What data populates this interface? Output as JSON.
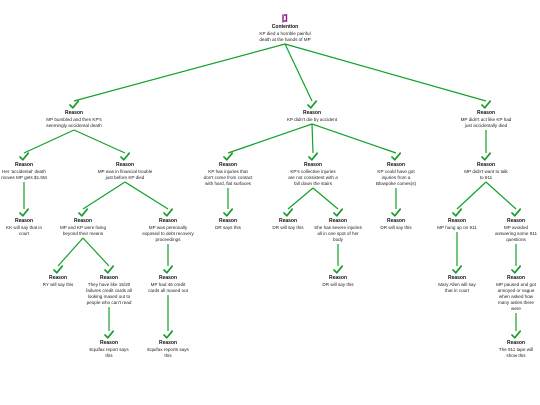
{
  "colors": {
    "edge": "#12a12a",
    "check": "#1a9c2a",
    "contention_icon": "#8b1a8f",
    "text": "#222222"
  },
  "nodes": [
    {
      "id": "root",
      "type": "contention",
      "icon": "contention-icon",
      "title": "Contention",
      "text": "KP died a horrible painful death at the hands of MP"
    },
    {
      "id": "r1",
      "type": "reason",
      "icon": "check-icon",
      "title": "Reason",
      "text": "MP bumbled and then KP's seemingly accidental death"
    },
    {
      "id": "r2",
      "type": "reason",
      "icon": "check-icon",
      "title": "Reason",
      "text": "KP didn't die by accident"
    },
    {
      "id": "r3",
      "type": "reason",
      "icon": "check-icon",
      "title": "Reason",
      "text": "MP didn't act like KP had just accidentally died"
    },
    {
      "id": "r1a",
      "type": "reason",
      "icon": "check-icon",
      "title": "Reason",
      "text": "Her 'accidental' death moves MP gets $1.5M"
    },
    {
      "id": "r1b",
      "type": "reason",
      "icon": "check-icon",
      "title": "Reason",
      "text": "MP was in financial trouble just before KP died"
    },
    {
      "id": "r1a1",
      "type": "reason",
      "icon": "check-icon",
      "title": "Reason",
      "text": "KK will say that in court"
    },
    {
      "id": "r1b1",
      "type": "reason",
      "icon": "check-icon",
      "title": "Reason",
      "text": "MP and KP were living beyond their means"
    },
    {
      "id": "r1b2",
      "type": "reason",
      "icon": "check-icon",
      "title": "Reason",
      "text": "MP was personally exposed to debt recovery proceedings"
    },
    {
      "id": "r1b1a",
      "type": "reason",
      "icon": "check-icon",
      "title": "Reason",
      "text": "RY will say this"
    },
    {
      "id": "r1b1b",
      "type": "reason",
      "icon": "check-icon",
      "title": "Reason",
      "text": "They have like 15/20 failures credit cards all looking maxed out to people who can't read"
    },
    {
      "id": "r1b1b1",
      "type": "reason",
      "icon": "check-icon",
      "title": "Reason",
      "text": "Equifax report says this"
    },
    {
      "id": "r1b2a",
      "type": "reason",
      "icon": "check-icon",
      "title": "Reason",
      "text": "MP had 46 credit cards all maxed out"
    },
    {
      "id": "r1b2a1",
      "type": "reason",
      "icon": "check-icon",
      "title": "Reason",
      "text": "Equifax reports says this"
    },
    {
      "id": "r2a",
      "type": "reason",
      "icon": "check-icon",
      "title": "Reason",
      "text": "KP has injuries that don't come from contact with hard, flat surfaces"
    },
    {
      "id": "r2b",
      "type": "reason",
      "icon": "check-icon",
      "title": "Reason",
      "text": "KP's collective injuries are not consistent with a fall down the stairs"
    },
    {
      "id": "r2c",
      "type": "reason",
      "icon": "check-icon",
      "title": "Reason",
      "text": "KP could have got injuries from a Blowpoke comes(s)"
    },
    {
      "id": "r2a1",
      "type": "reason",
      "icon": "check-icon",
      "title": "Reason",
      "text": "DR says this"
    },
    {
      "id": "r2b1",
      "type": "reason",
      "icon": "check-icon",
      "title": "Reason",
      "text": "DR will say this"
    },
    {
      "id": "r2b2",
      "type": "reason",
      "icon": "check-icon",
      "title": "Reason",
      "text": "She has severe injuries all in one spot of her body"
    },
    {
      "id": "r2b2a",
      "type": "reason",
      "icon": "check-icon",
      "title": "Reason",
      "text": "DR will say this"
    },
    {
      "id": "r2c1",
      "type": "reason",
      "icon": "check-icon",
      "title": "Reason",
      "text": "DR will say this"
    },
    {
      "id": "r3a",
      "type": "reason",
      "icon": "check-icon",
      "title": "Reason",
      "text": "MP didn't want to talk to 911"
    },
    {
      "id": "r3a1",
      "type": "reason",
      "icon": "check-icon",
      "title": "Reason",
      "text": "MP hung up on 911"
    },
    {
      "id": "r3a2",
      "type": "reason",
      "icon": "check-icon",
      "title": "Reason",
      "text": "MP avoided answering some 911 questions"
    },
    {
      "id": "r3a1a",
      "type": "reason",
      "icon": "check-icon",
      "title": "Reason",
      "text": "Mary Allen will say that in court"
    },
    {
      "id": "r3a2a",
      "type": "reason",
      "icon": "check-icon",
      "title": "Reason",
      "text": "MP paused and got annoyed or vague when asked how many aisles there were"
    },
    {
      "id": "r3a2a1",
      "type": "reason",
      "icon": "check-icon",
      "title": "Reason",
      "text": "The 911 tape will show this"
    }
  ]
}
